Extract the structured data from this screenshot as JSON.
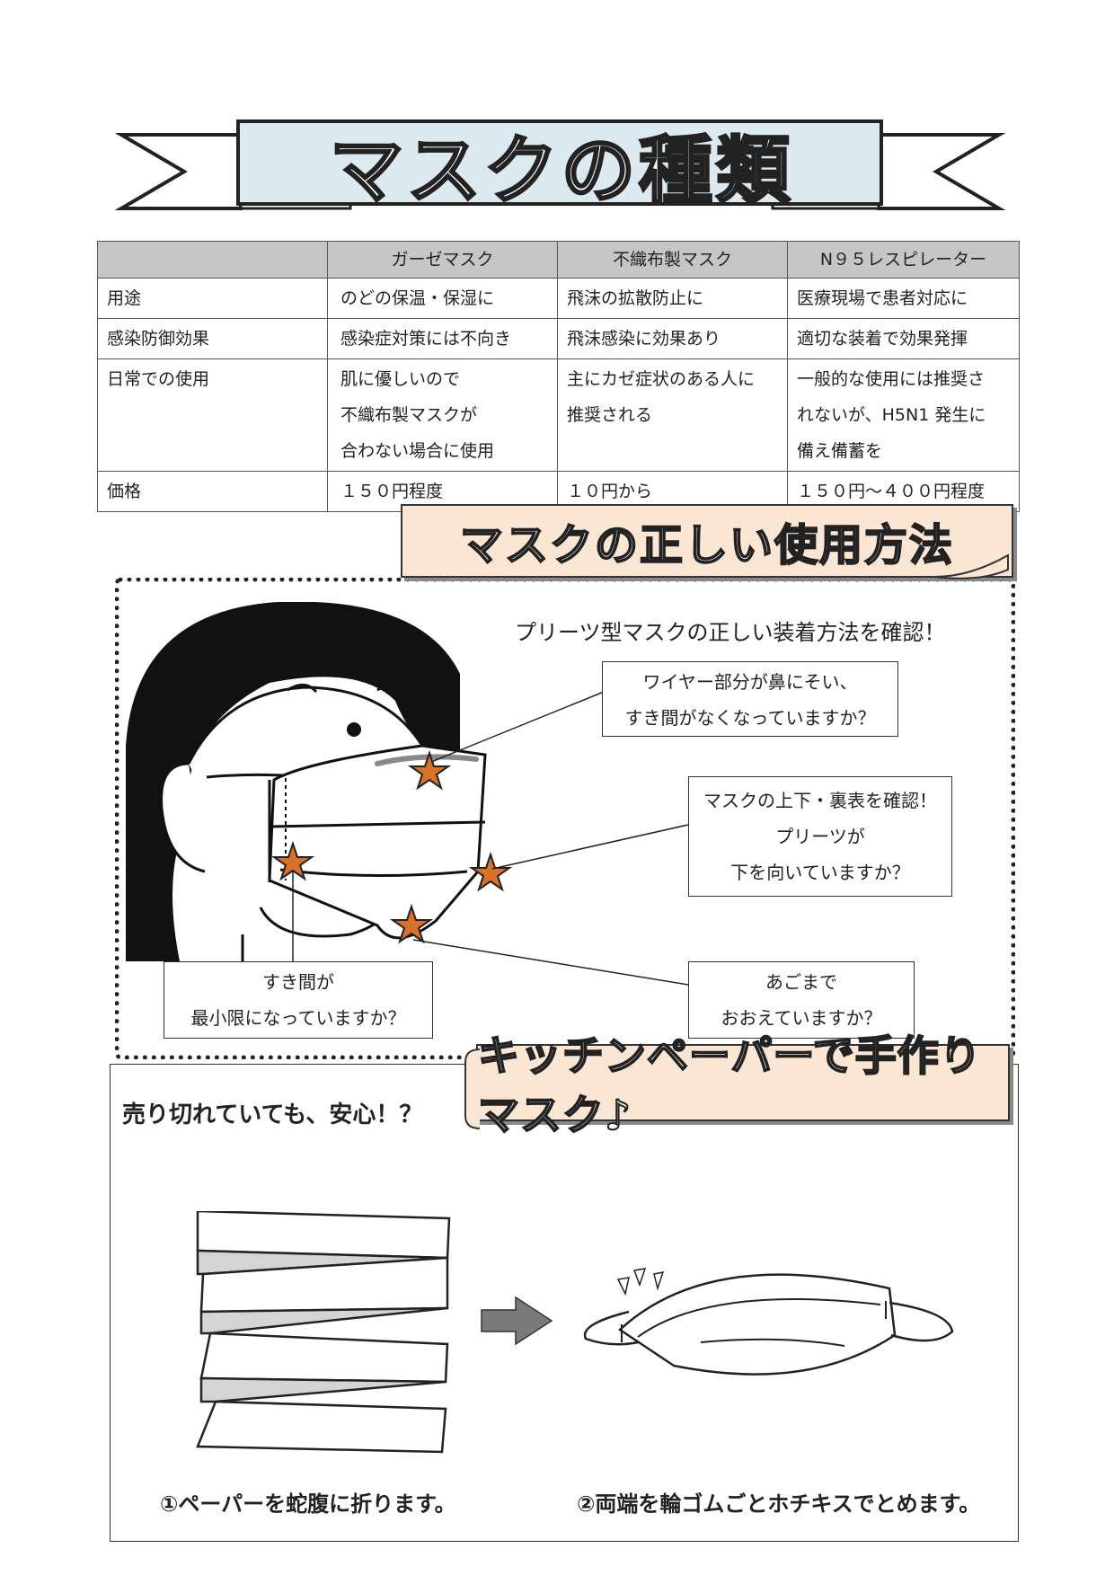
{
  "title": "マスクの種類",
  "table": {
    "headers": [
      "",
      "ガーゼマスク",
      "不織布製マスク",
      "N９５レスピレーター"
    ],
    "rows": [
      {
        "label": "用途",
        "cells": [
          "のどの保温・保湿に",
          "飛沫の拡散防止に",
          "医療現場で患者対応に"
        ]
      },
      {
        "label": "感染防御効果",
        "cells": [
          "感染症対策には不向き",
          "飛沫感染に効果あり",
          "適切な装着で効果発揮"
        ]
      },
      {
        "label": "日常での使用",
        "cells": [
          [
            "肌に優しいので",
            "不織布製マスクが",
            "合わない場合に使用"
          ],
          [
            "主にカゼ症状のある人に",
            "推奨される"
          ],
          [
            "一般的な使用には推奨さ",
            "れないが、H5N1 発生に",
            "備え備蓄を"
          ]
        ]
      },
      {
        "label": "価格",
        "cells": [
          "１５０円程度",
          "１０円から",
          "１５０円～４００円程度"
        ]
      }
    ]
  },
  "usage": {
    "header": "マスクの正しい使用方法",
    "heading": "プリーツ型マスクの正しい装着方法を確認！",
    "callouts": {
      "wire": [
        "ワイヤー部分が鼻にそい、",
        "すき間がなくなっていますか？"
      ],
      "updown": [
        "マスクの上下・裏表を確認！",
        "プリーツが",
        "下を向いていますか？"
      ],
      "gap": [
        "すき間が",
        "最小限になっていますか？"
      ],
      "chin": [
        "あごまで",
        "おおえていますか？"
      ]
    }
  },
  "kitchen": {
    "title": "キッチンペーパーで手作りマスク♪",
    "subtitle": "売り切れていても、安心！？",
    "step1": "①ペーパーを蛇腹に折ります。",
    "step2": "②両端を輪ゴムごとホチキスでとめます。"
  },
  "colors": {
    "banner": "#dce9f1",
    "header_bg": "#fbe6d4",
    "table_header": "#c6c6c6",
    "star": "#d9712a",
    "arrow": "#7a7a7a"
  }
}
